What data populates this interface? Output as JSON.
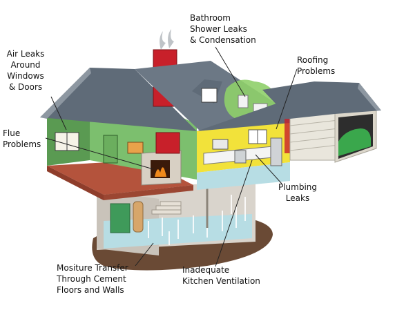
{
  "labels": {
    "air_leaks": "Air Leaks\nAround\nWindows\n& Doors",
    "bathroom": "Bathroom\nShower Leaks\n& Condensation",
    "roofing": "Roofing\nProblems",
    "flue": "Flue\nProblems",
    "plumbing": "Plumbing\nLeaks",
    "moisture": "Mositure Transfer\nThrough Cement\nFloors and Walls",
    "ventilation": "Inadequate\nKitchen Ventilation"
  },
  "colors": {
    "wall_green": "#7cbf6e",
    "wall_dark_green": "#5a9a52",
    "roof": "#5f6b78",
    "roof_light": "#8d97a1",
    "chimney": "#c8202a",
    "kitchen_wall": "#f2e23a",
    "floor_red": "#b4533c",
    "basement_water": "#b7dde4",
    "ground": "#6a4a35",
    "garage_siding": "#e9e6dc",
    "car": "#3aa74c",
    "moisture_zone": "#8fcf6a"
  }
}
